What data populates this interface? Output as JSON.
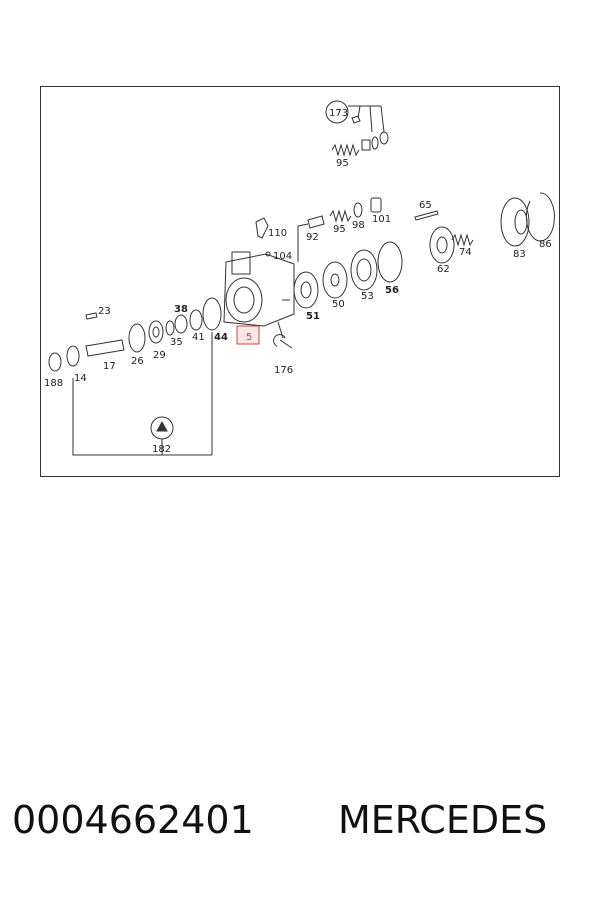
{
  "diagram": {
    "labels": {
      "p173": "173",
      "p95a": "95",
      "p110": "110",
      "p92": "92",
      "p95b": "95",
      "p98": "98",
      "p101": "101",
      "p65": "65",
      "p104": "104",
      "p74": "74",
      "p62": "62",
      "p83": "83",
      "p86": "86",
      "p23": "23",
      "p38": "38",
      "p5": "5",
      "p51": "51",
      "p50": "50",
      "p53": "53",
      "p56": "56",
      "p44": "44",
      "p41": "41",
      "p35": "35",
      "p29": "29",
      "p26": "26",
      "p17": "17",
      "p14": "14",
      "p188": "188",
      "p176": "176",
      "p182": "182"
    },
    "highlight_color": "#d04040"
  },
  "footer": {
    "part_number": "0004662401",
    "brand": "MERCEDES"
  }
}
